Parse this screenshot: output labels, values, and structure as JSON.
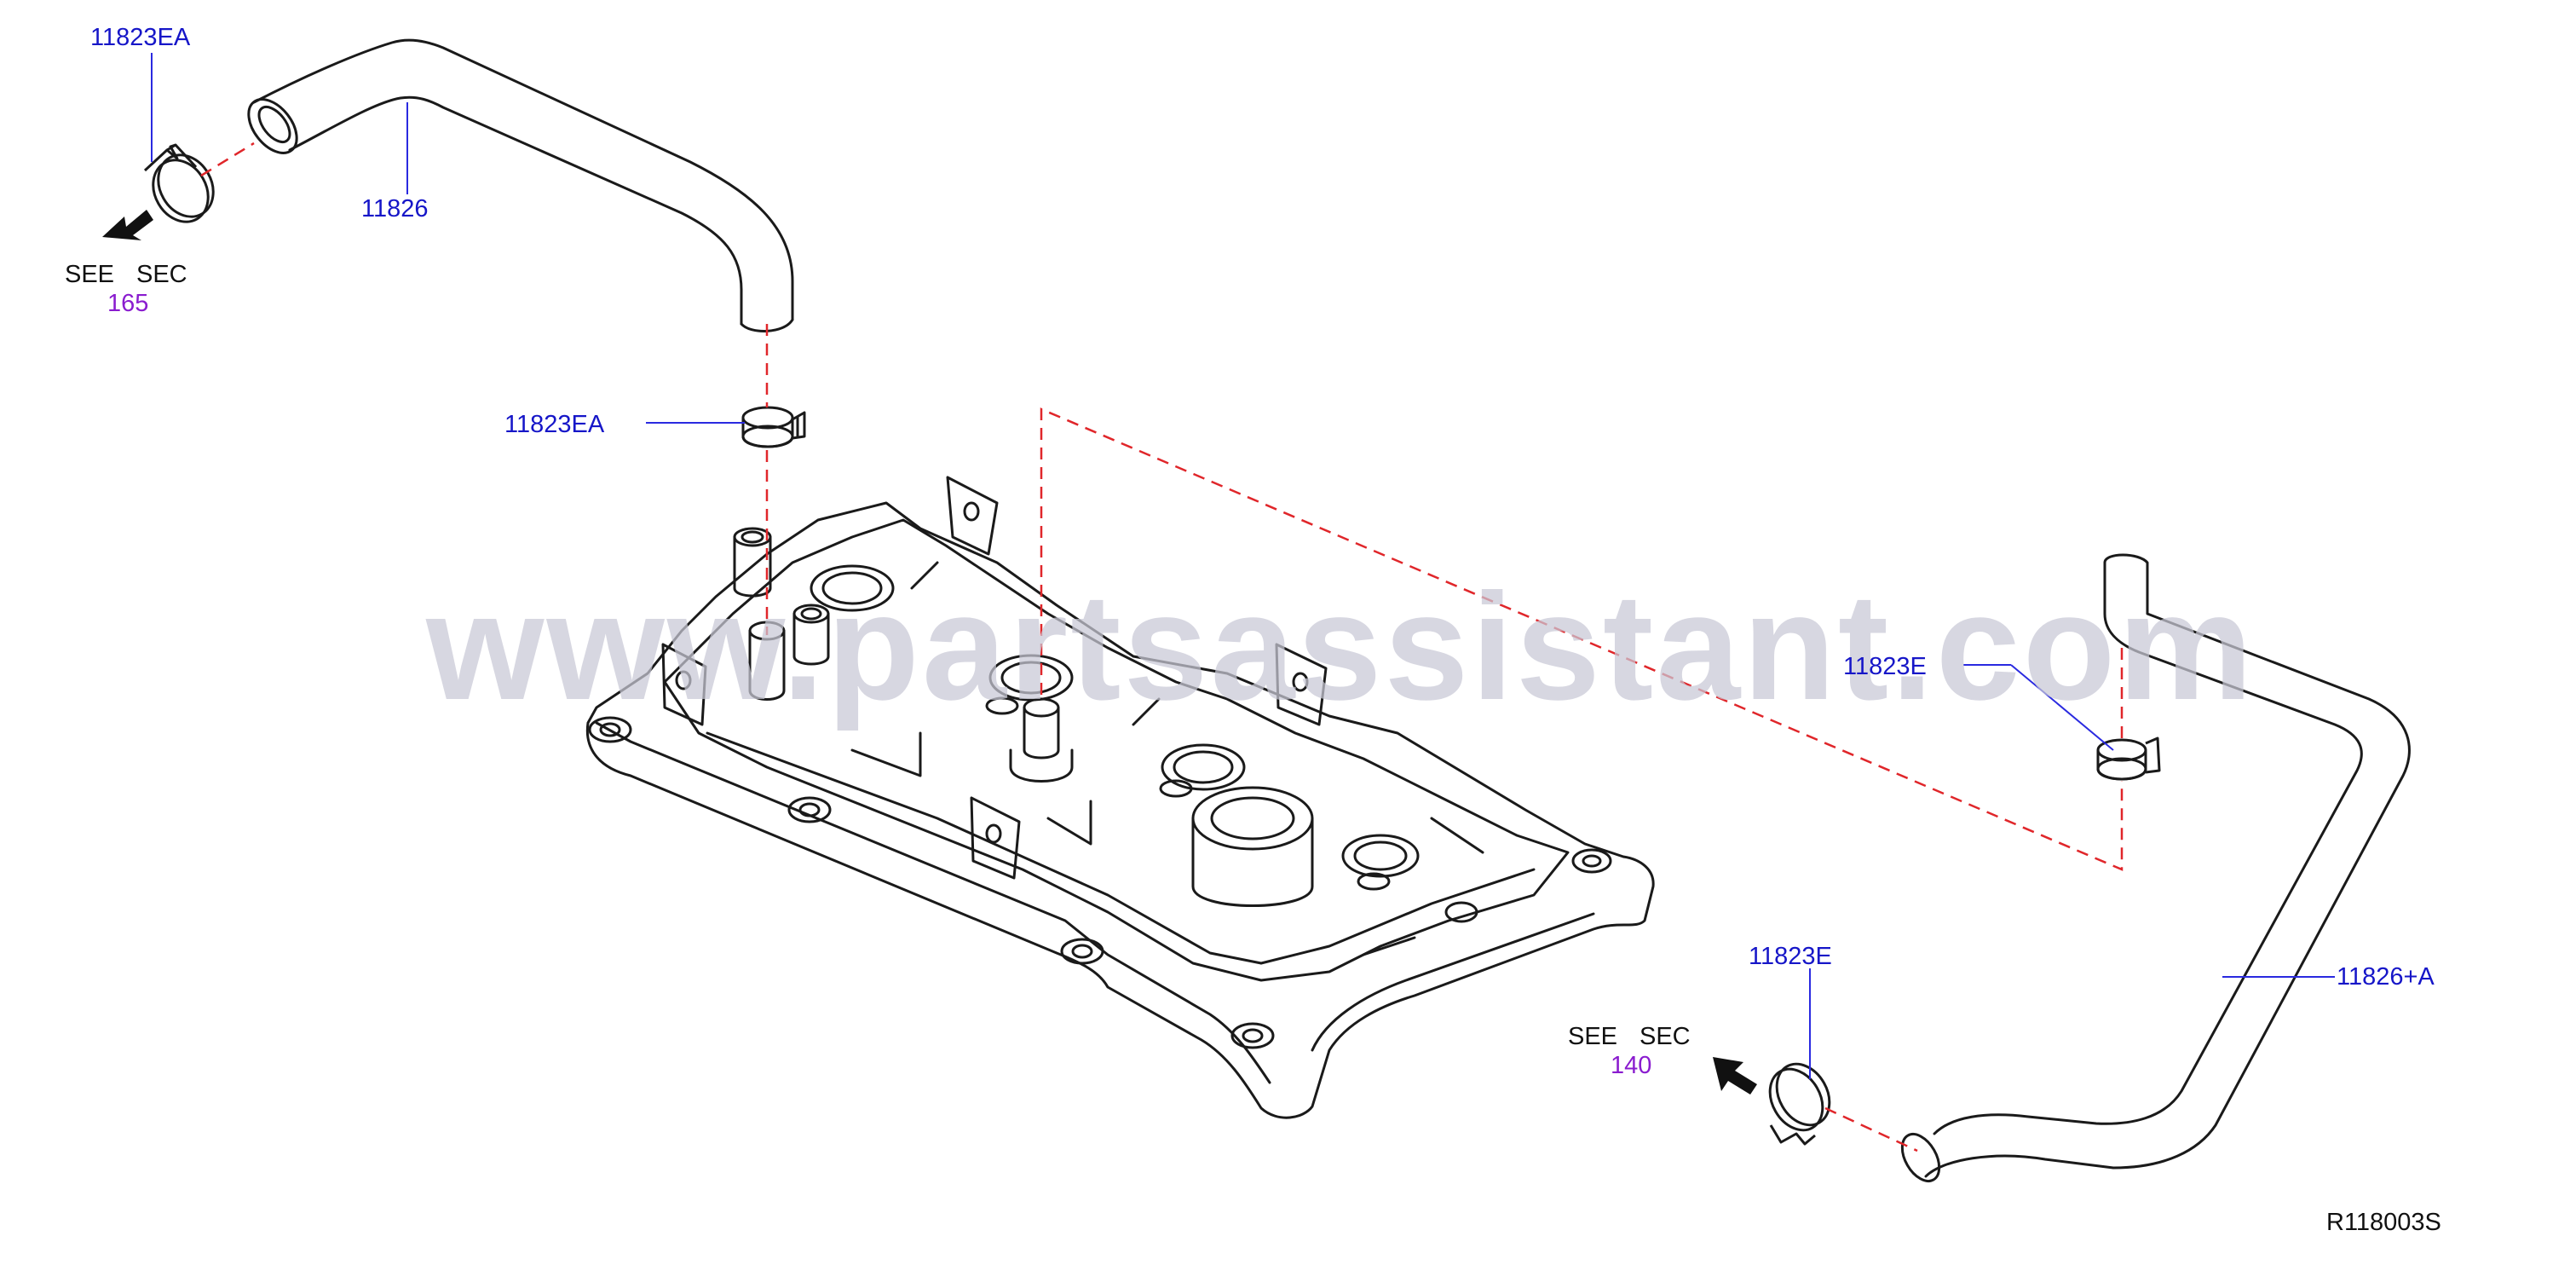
{
  "watermark": "www.partsassistant.com",
  "diagram_id": "R118003S",
  "part_labels": {
    "clamp_top_left": "11823EA",
    "hose_top": "11826",
    "clamp_mid": "11823EA",
    "clamp_right": "11823E",
    "clamp_bottom": "11823E",
    "hose_right": "11826+A"
  },
  "references": {
    "top_left": {
      "see": "SEE",
      "sec": "SEC",
      "number": "165"
    },
    "bottom": {
      "see": "SEE",
      "sec": "SEC",
      "number": "140"
    }
  },
  "colors": {
    "part_label": "#1616c8",
    "section_number": "#8a1ccf",
    "leader_line": "#2a2ae0",
    "dashed_line": "#e0262a",
    "outline": "#1a1a1a",
    "watermark": "#c9c9d6"
  }
}
